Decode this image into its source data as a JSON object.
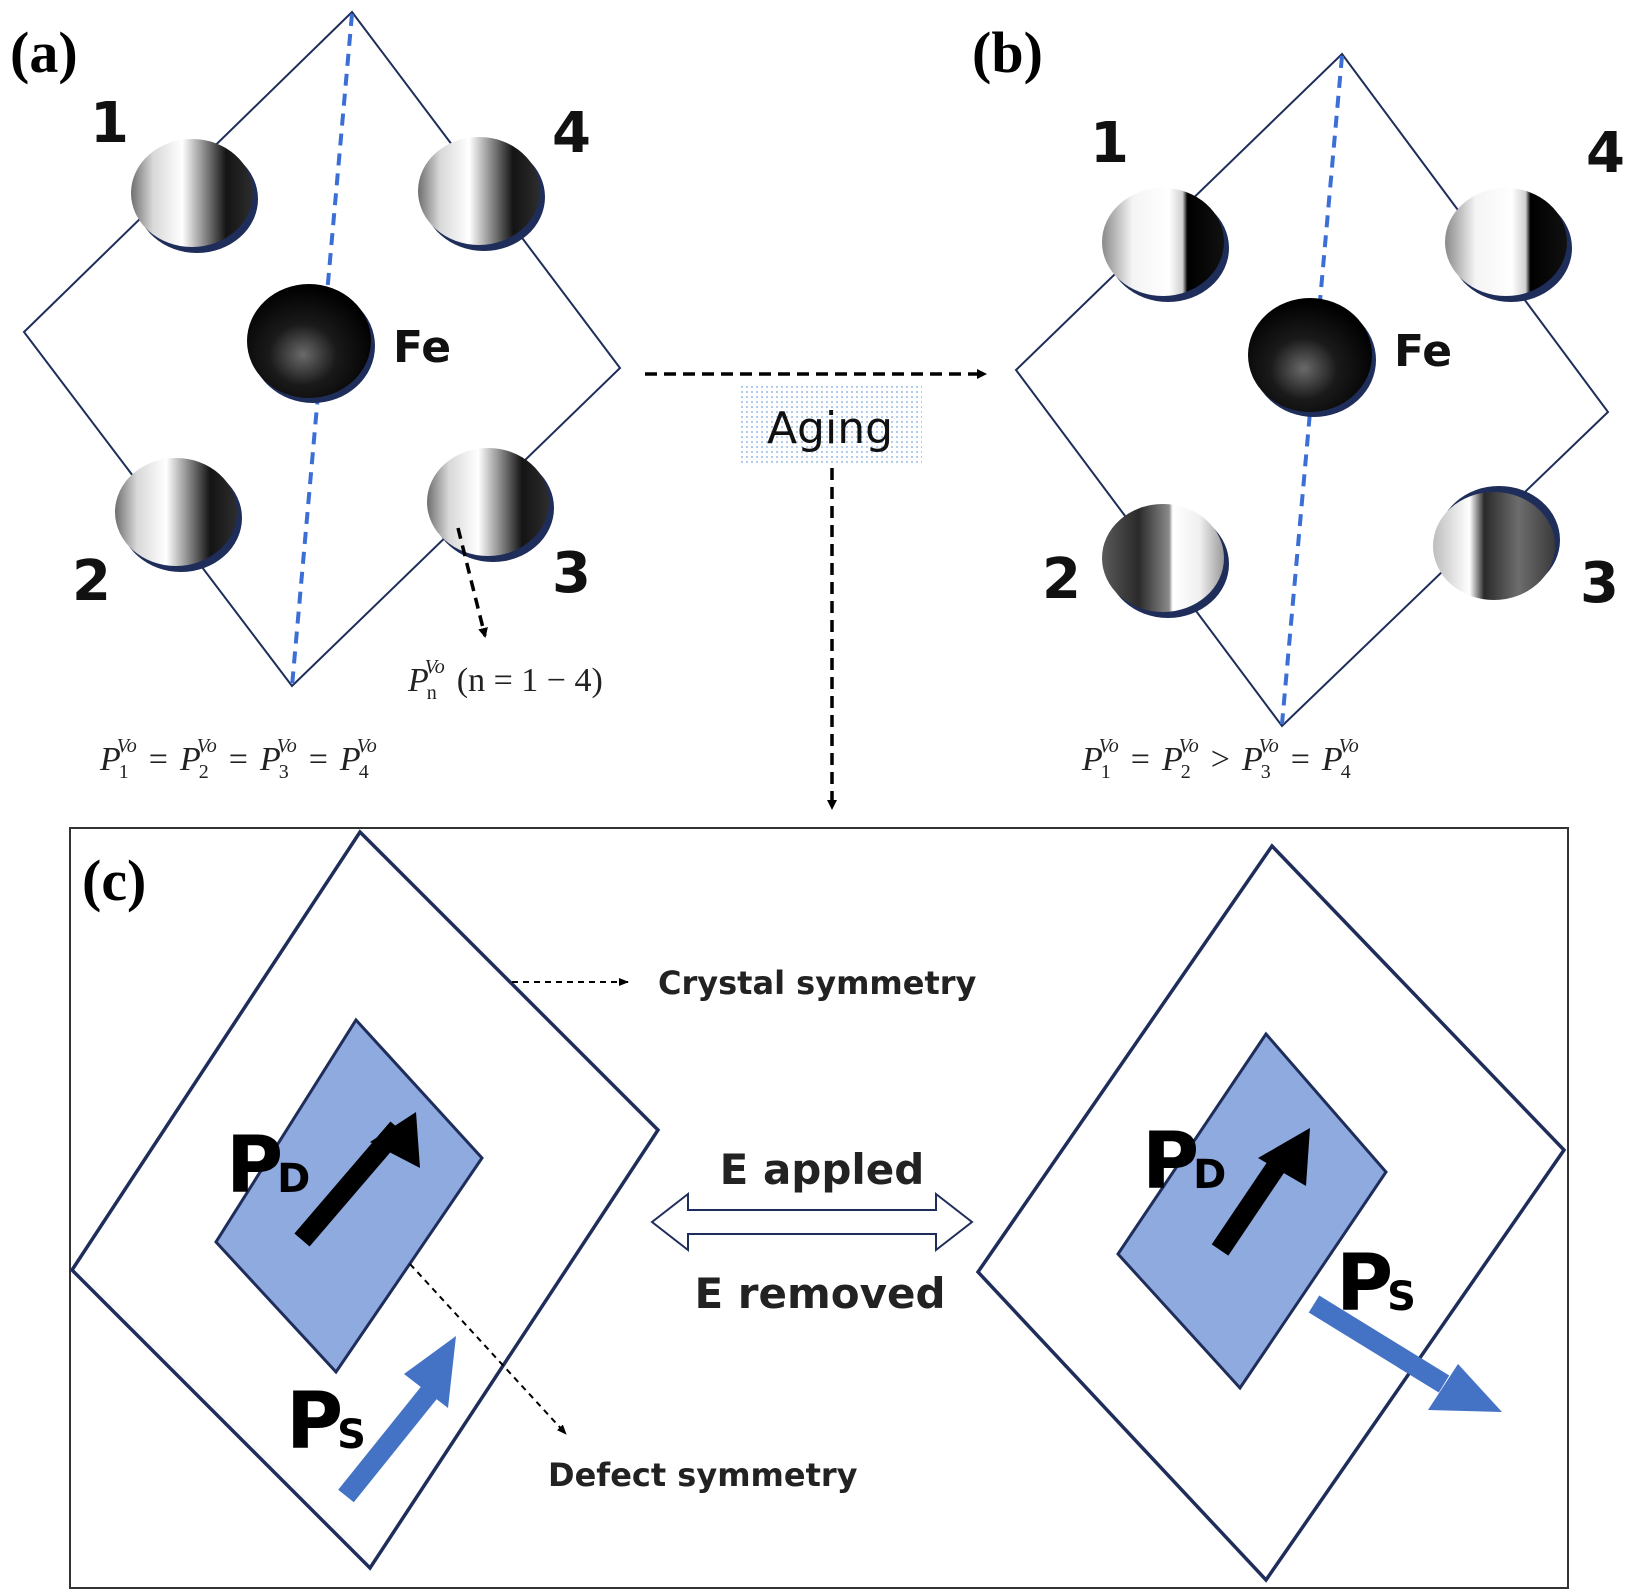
{
  "panels": {
    "a": {
      "label": "(a)",
      "sites": [
        "1",
        "2",
        "3",
        "4"
      ],
      "center_atom": "Fe",
      "probability_note": {
        "symbol": "P",
        "sub": "n",
        "sup": "Vo",
        "range": "(n = 1 − 4)"
      },
      "equation": [
        {
          "sub": "1"
        },
        {
          "op": "="
        },
        {
          "sub": "2"
        },
        {
          "op": "="
        },
        {
          "sub": "3"
        },
        {
          "op": "="
        },
        {
          "sub": "4"
        }
      ]
    },
    "b": {
      "label": "(b)",
      "sites": [
        "1",
        "2",
        "3",
        "4"
      ],
      "center_atom": "Fe",
      "equation": [
        {
          "sub": "1"
        },
        {
          "op": "="
        },
        {
          "sub": "2"
        },
        {
          "op": ">"
        },
        {
          "sub": "3"
        },
        {
          "op": "="
        },
        {
          "sub": "4"
        }
      ]
    },
    "c": {
      "label": "(c)",
      "crystal_note": "Crystal symmetry",
      "defect_note": "Defect symmetry",
      "field_applied": "E appled",
      "field_removed": "E removed",
      "defect_polarization": {
        "main": "P",
        "sub": "D"
      },
      "spontaneous_polarization": {
        "main": "P",
        "sub": "S"
      }
    }
  },
  "transition": {
    "label": "Aging"
  },
  "eq_symbol": "P",
  "eq_sup": "Vo",
  "colors": {
    "frame_line": "#1f2d5a",
    "dashed_axis": "#3b6fd6",
    "defect_fill": "#8eaade",
    "ps_arrow": "#4472c4",
    "aging_dots": "#7aa7e0"
  }
}
